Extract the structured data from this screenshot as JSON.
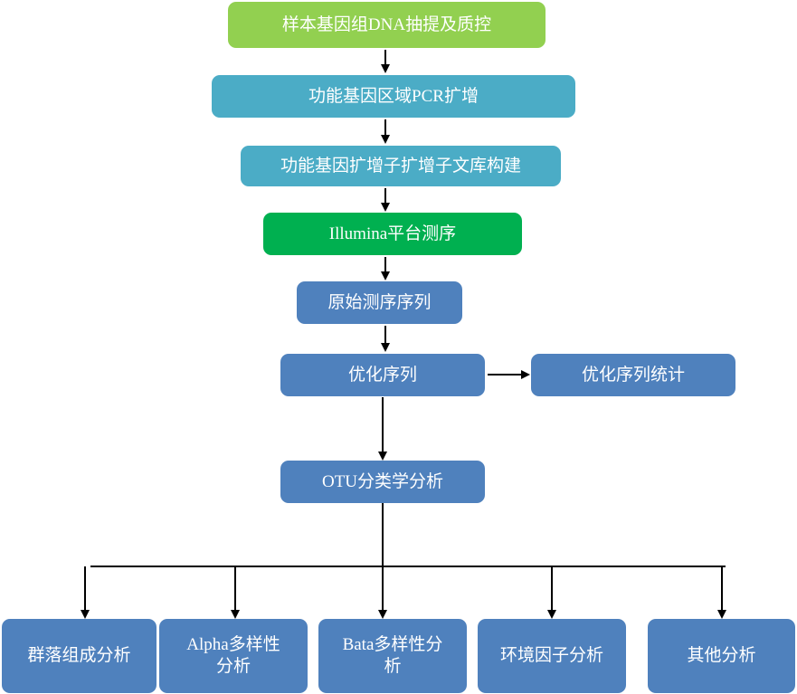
{
  "colors": {
    "step_dna": "#92d050",
    "step_pcr": "#4bacc6",
    "step_sequencing": "#00b050",
    "step_analysis": "#4f81bd",
    "arrow": "#000000",
    "text": "#ffffff"
  },
  "flow": {
    "dna_extraction": "样本基因组DNA抽提及质控",
    "pcr_amplification": "功能基因区域PCR扩增",
    "library_construction": "功能基因扩增子扩增子文库构建",
    "sequencing": "Illumina平台测序",
    "raw_reads": "原始测序序列",
    "optimized_reads": "优化序列",
    "optimized_stats": "优化序列统计",
    "otu_analysis": "OTU分类学分析"
  },
  "analyses": [
    {
      "label": "群落组成分析"
    },
    {
      "label": "Alpha多样性分析"
    },
    {
      "label": "Bata多样性分析"
    },
    {
      "label": "环境因子分析"
    },
    {
      "label": "其他分析"
    }
  ]
}
